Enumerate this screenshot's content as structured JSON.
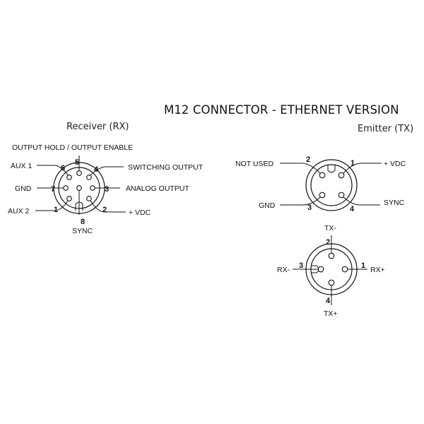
{
  "title": "M12 CONNECTOR - ETHERNET VERSION",
  "receiver": {
    "heading": "Receiver (RX)",
    "pins": {
      "p1": {
        "num": "1",
        "label": "AUX 2"
      },
      "p2": {
        "num": "2",
        "label": "+ VDC"
      },
      "p3": {
        "num": "3",
        "label": "ANALOG OUTPUT"
      },
      "p4": {
        "num": "4",
        "label": "SWITCHING OUTPUT"
      },
      "p5": {
        "num": "5",
        "label": "OUTPUT HOLD / OUTPUT ENABLE"
      },
      "p6": {
        "num": "6",
        "label": "AUX 1"
      },
      "p7": {
        "num": "7",
        "label": "GND"
      },
      "p8": {
        "num": "8",
        "label": "SYNC"
      }
    }
  },
  "emitter": {
    "heading": "Emitter (TX)",
    "pins": {
      "p1": {
        "num": "1",
        "label": "+ VDC"
      },
      "p2": {
        "num": "2",
        "label": "NOT USED"
      },
      "p3": {
        "num": "3",
        "label": "GND"
      },
      "p4": {
        "num": "4",
        "label": "SYNC"
      }
    }
  },
  "ethernet": {
    "pins": {
      "p1": {
        "num": "1",
        "label": "RX+"
      },
      "p2": {
        "num": "2",
        "label": "TX-"
      },
      "p3": {
        "num": "3",
        "label": "RX-"
      },
      "p4": {
        "num": "4",
        "label": "TX+"
      }
    }
  }
}
